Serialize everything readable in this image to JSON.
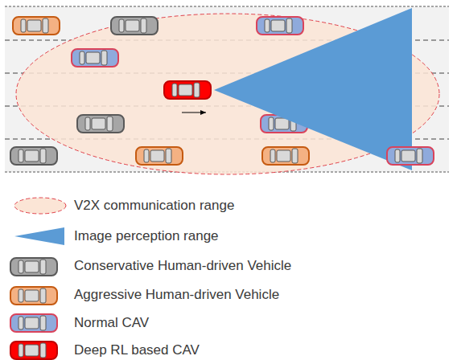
{
  "diagram": {
    "legend": [
      {
        "text": "V2X communication range"
      },
      {
        "text": "Image perception range"
      },
      {
        "text": "Conservative Human-driven Vehicle"
      },
      {
        "text": "Aggressive Human-driven Vehicle"
      },
      {
        "text": "Normal CAV"
      },
      {
        "text": "Deep RL based CAV"
      }
    ]
  }
}
